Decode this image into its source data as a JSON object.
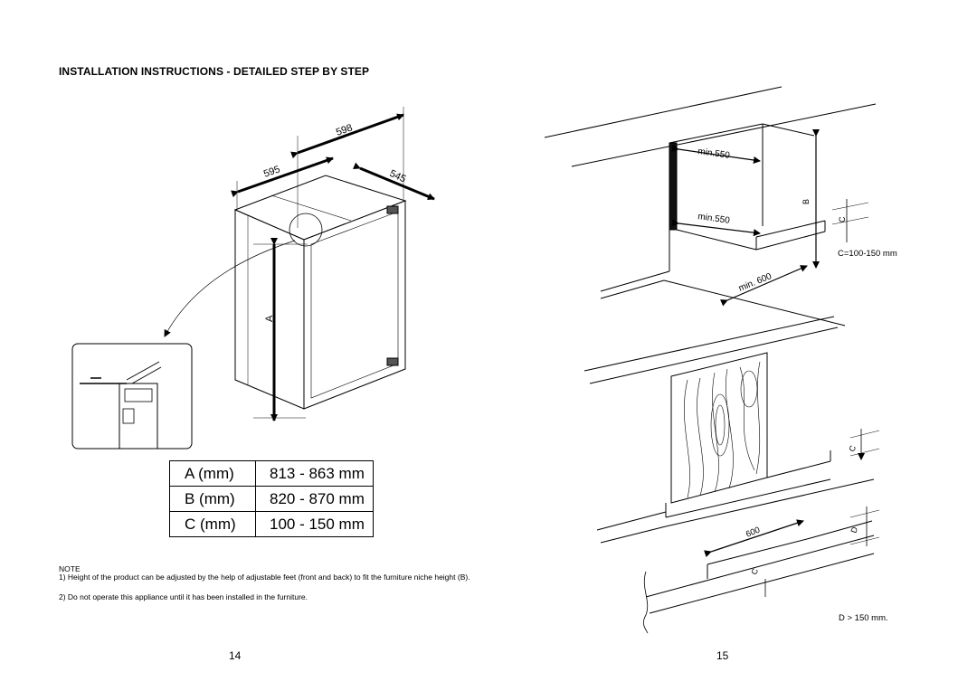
{
  "heading": "INSTALLATION INSTRUCTIONS - DETAILED STEP BY STEP",
  "left_figure": {
    "dim_598": "598",
    "dim_595": "595",
    "dim_545": "545",
    "dim_a": "A"
  },
  "dimensions_table": [
    {
      "label": "A (mm)",
      "value": "813 - 863 mm"
    },
    {
      "label": "B (mm)",
      "value": "820 - 870 mm"
    },
    {
      "label": "C (mm)",
      "value": "100 - 150 mm"
    }
  ],
  "note": {
    "title": "NOTE",
    "items": [
      "1) Height of the product can be adjusted by the help of adjustable feet (front and back) to fit the furniture niche height (B).",
      "2) Do not operate this appliance until it has been installed in the furniture."
    ]
  },
  "right_figure_top": {
    "min_top": "min.550",
    "min_mid": "min.550",
    "min_depth": "min. 600",
    "b": "B",
    "c": "C",
    "c_range": "C=100-150 mm"
  },
  "right_figure_bottom": {
    "c_upper": "C",
    "c_lower": "C",
    "d": "D",
    "dim_600": "600",
    "d_note": "D > 150 mm."
  },
  "page_numbers": {
    "left": "14",
    "right": "15"
  }
}
